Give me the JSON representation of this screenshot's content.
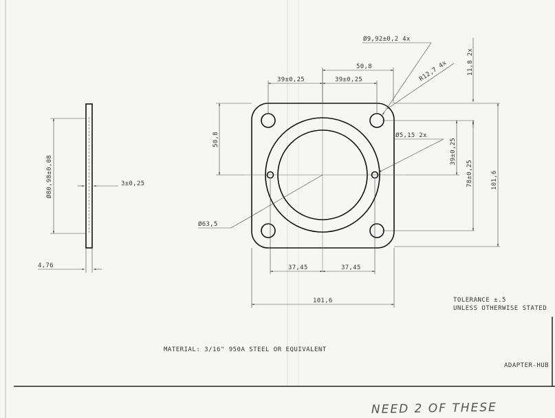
{
  "drawing": {
    "part_name": "ADAPTER-HUB",
    "material_note": "MATERIAL: 3/16\" 950A STEEL OR EQUIVALENT",
    "tolerance_line1": "TOLERANCE ±.5",
    "tolerance_line2": "UNLESS OTHERWISE STATED",
    "handwritten_note": "NEED 2 OF THESE"
  },
  "side_view": {
    "diameter_label": "Ø80,98±0,08",
    "thickness_label": "3±0,25",
    "width_label": "4,76"
  },
  "front_view": {
    "hole_dia_label": "Ø9,92±0,2  4x",
    "corner_radius_label": "R12,7  4x",
    "top_width_label": "50,8",
    "left_offset_label": "39±0,25",
    "right_offset_label": "39±0,25",
    "small_hole_label": "Ø5,15  2x",
    "inner_dia_label": "Ø63,5",
    "left_height_label": "50,8",
    "right_corner_label": "11,8  2x",
    "right_offset_v_label": "39±0,25",
    "right_span_label": "78±0,25",
    "right_total_label": "101,6",
    "bottom_left_label": "37,45",
    "bottom_right_label": "37,45",
    "bottom_total_label": "101,6"
  }
}
